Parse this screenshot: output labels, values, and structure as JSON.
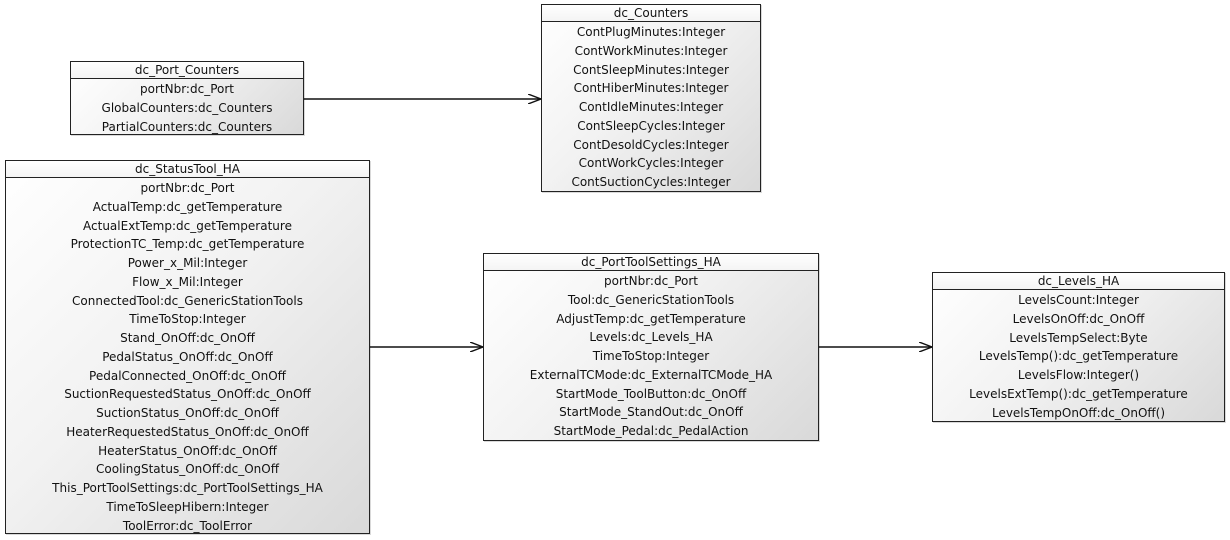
{
  "classes": [
    {
      "id": "dc_Port_Counters",
      "title": "dc_Port_Counters",
      "attributes": [
        "portNbr:dc_Port",
        "GlobalCounters:dc_Counters",
        "PartialCounters:dc_Counters"
      ]
    },
    {
      "id": "dc_Counters",
      "title": "dc_Counters",
      "attributes": [
        "ContPlugMinutes:Integer",
        "ContWorkMinutes:Integer",
        "ContSleepMinutes:Integer",
        "ContHiberMinutes:Integer",
        "ContIdleMinutes:Integer",
        "ContSleepCycles:Integer",
        "ContDesoldCycles:Integer",
        "ContWorkCycles:Integer",
        "ContSuctionCycles:Integer"
      ]
    },
    {
      "id": "dc_StatusTool_HA",
      "title": "dc_StatusTool_HA",
      "attributes": [
        "portNbr:dc_Port",
        "ActualTemp:dc_getTemperature",
        "ActualExtTemp:dc_getTemperature",
        "ProtectionTC_Temp:dc_getTemperature",
        "Power_x_Mil:Integer",
        "Flow_x_Mil:Integer",
        "ConnectedTool:dc_GenericStationTools",
        "TimeToStop:Integer",
        "Stand_OnOff:dc_OnOff",
        "PedalStatus_OnOff:dc_OnOff",
        "PedalConnected_OnOff:dc_OnOff",
        "SuctionRequestedStatus_OnOff:dc_OnOff",
        "SuctionStatus_OnOff:dc_OnOff",
        "HeaterRequestedStatus_OnOff:dc_OnOff",
        "HeaterStatus_OnOff:dc_OnOff",
        "CoolingStatus_OnOff:dc_OnOff",
        "This_PortToolSettings:dc_PortToolSettings_HA",
        "TimeToSleepHibern:Integer",
        "ToolError:dc_ToolError"
      ]
    },
    {
      "id": "dc_PortToolSettings_HA",
      "title": "dc_PortToolSettings_HA",
      "attributes": [
        "portNbr:dc_Port",
        "Tool:dc_GenericStationTools",
        "AdjustTemp:dc_getTemperature",
        "Levels:dc_Levels_HA",
        "TimeToStop:Integer",
        "ExternalTCMode:dc_ExternalTCMode_HA",
        "StartMode_ToolButton:dc_OnOff",
        "StartMode_StandOut:dc_OnOff",
        "StartMode_Pedal:dc_PedalAction"
      ]
    },
    {
      "id": "dc_Levels_HA",
      "title": "dc_Levels_HA",
      "attributes": [
        "LevelsCount:Integer",
        "LevelsOnOff:dc_OnOff",
        "LevelsTempSelect:Byte",
        "LevelsTemp():dc_getTemperature",
        "LevelsFlow:Integer()",
        "LevelsExtTemp():dc_getTemperature",
        "LevelsTempOnOff:dc_OnOff()"
      ]
    }
  ],
  "associations": [
    {
      "from": "dc_Port_Counters",
      "to": "dc_Counters"
    },
    {
      "from": "dc_StatusTool_HA",
      "to": "dc_PortToolSettings_HA"
    },
    {
      "from": "dc_PortToolSettings_HA",
      "to": "dc_Levels_HA"
    }
  ]
}
